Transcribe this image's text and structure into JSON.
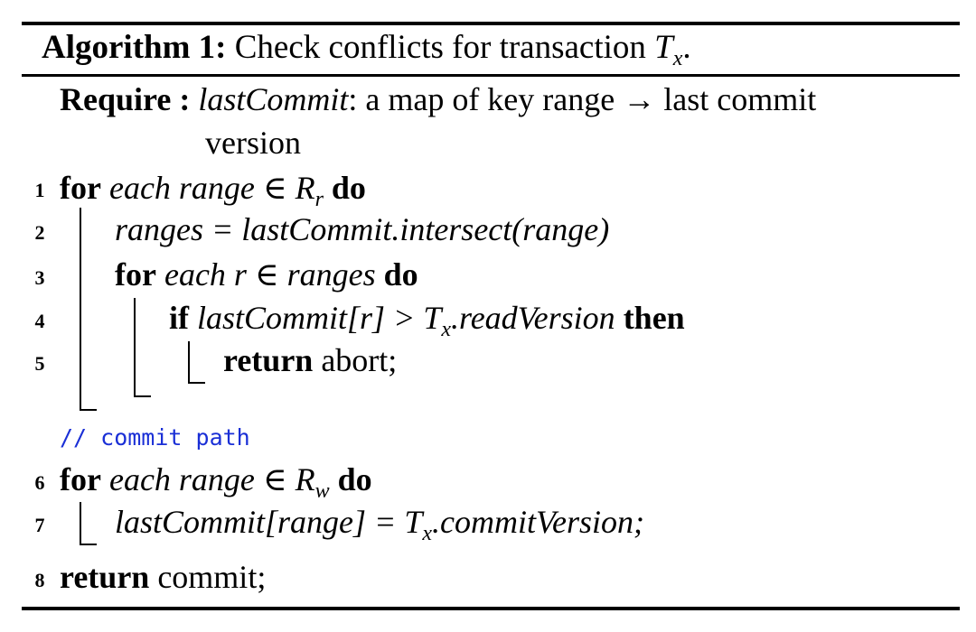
{
  "title": {
    "label": "Algorithm 1:",
    "text": "Check conflicts for transaction ",
    "var": "T",
    "var_sub": "x",
    "end": "."
  },
  "require": {
    "keyword": "Require :",
    "var": "lastCommit",
    "rest": ": a map of key range → last commit",
    "cont": "version"
  },
  "lines": [
    {
      "num": "1",
      "kw1": "for",
      "body": " each range ∈ R",
      "sub": "r",
      "kw2": " do"
    },
    {
      "num": "2",
      "body": "ranges = lastCommit.intersect(range)"
    },
    {
      "num": "3",
      "kw1": "for",
      "body": " each r ∈ ranges ",
      "kw2": "do"
    },
    {
      "num": "4",
      "kw1": "if",
      "body": " lastCommit[r] > T",
      "sub": "x",
      "body2": ".readVersion ",
      "kw2": "then"
    },
    {
      "num": "5",
      "kw1": "return",
      "body": " abort;"
    },
    {
      "num": "6",
      "kw1": "for",
      "body": " each range ∈ R",
      "sub": "w",
      "kw2": " do"
    },
    {
      "num": "7",
      "body": "lastCommit[range] = T",
      "sub": "x",
      "body2": ".commitVersion;"
    },
    {
      "num": "8",
      "kw1": "return",
      "body": " commit;"
    }
  ],
  "comment": "// commit path"
}
